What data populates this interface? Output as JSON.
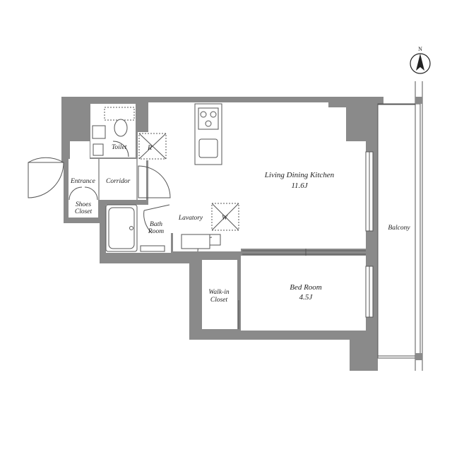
{
  "rooms": {
    "toilet": "Toilet",
    "entrance": "Entrance",
    "corridor": "Corridor",
    "shoes_closet_1": "Shoes",
    "shoes_closet_2": "Closet",
    "bath_1": "Bath",
    "bath_2": "Room",
    "lavatory": "Lavatory",
    "ldk_name": "Living Dining Kitchen",
    "ldk_size": "11.6J",
    "walkin_1": "Walk-in",
    "walkin_2": "Closet",
    "bedroom_name": "Bed Room",
    "bedroom_size": "4.5J",
    "balcony": "Balcony"
  },
  "marks": {
    "refrigerator": "R",
    "washer": "W",
    "north": "N"
  },
  "icons": [
    "north-arrow-icon",
    "stove-icon",
    "sink-icon",
    "toilet-icon",
    "bathtub-icon"
  ]
}
